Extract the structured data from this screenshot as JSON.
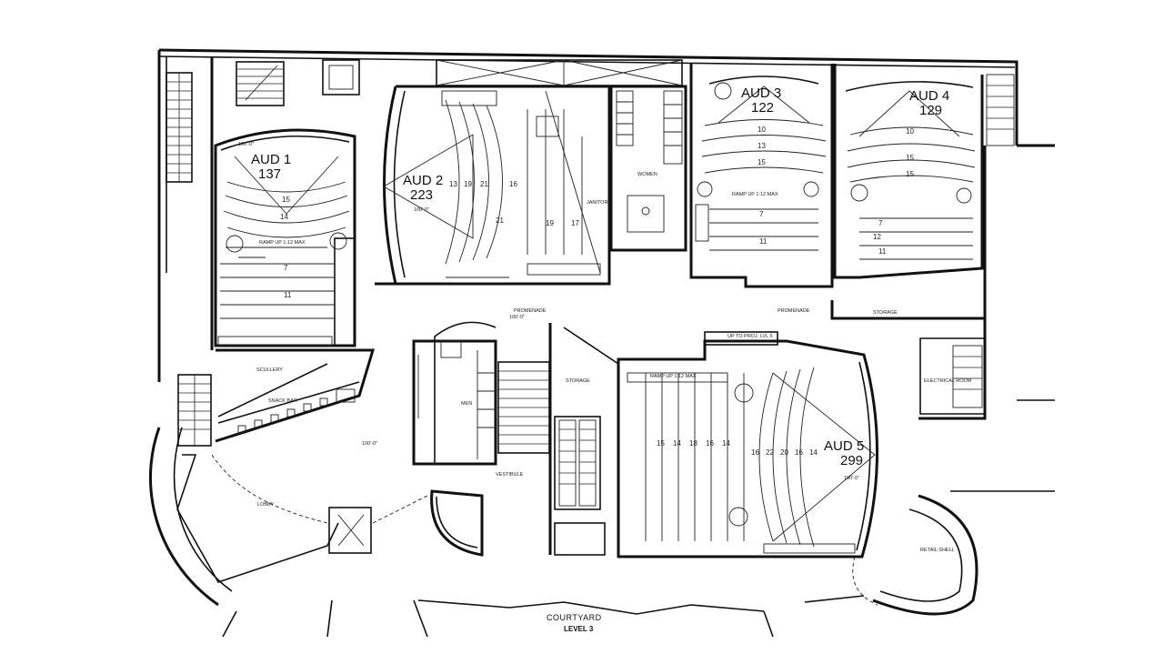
{
  "auditoriums": [
    {
      "name": "AUD 1",
      "seats": "137"
    },
    {
      "name": "AUD 2",
      "seats": "223"
    },
    {
      "name": "AUD 3",
      "seats": "122"
    },
    {
      "name": "AUD 4",
      "seats": "129"
    },
    {
      "name": "AUD 5",
      "seats": "299"
    }
  ],
  "site": {
    "courtyard": "COURTYARD",
    "level": "LEVEL 3"
  },
  "rooms": {
    "promenade_left": "PROMENADE",
    "promenade_right": "PROMENADE",
    "scullery": "SCULLERY",
    "snack_bar": "SNACK BAR",
    "lobby": "LOBBY",
    "men": "MEN",
    "women": "WOMEN",
    "vestibule": "VESTIBULE",
    "storage": "STORAGE",
    "storage_right": "STORAGE",
    "electrical_room": "ELECTRICAL ROOM",
    "retail_shell": "RETAIL SHELL",
    "janitor": "JANITOR",
    "to_projection": "UP TO PROJ. LVL 5"
  },
  "ramp_notes": {
    "ramp_up": "RAMP UP 1:12 MAX"
  },
  "elevations": {
    "e1": "100'-0\"",
    "e2": "100'-0\"",
    "e3": "100'-0\"",
    "e4": "100'-0\"",
    "e5": "100'-0\""
  },
  "row_labels": {
    "aud1": [
      "15",
      "14",
      "7",
      "11"
    ],
    "aud2": [
      "13",
      "19",
      "21",
      "21",
      "16",
      "19",
      "17"
    ],
    "aud3": [
      "10",
      "13",
      "15",
      "7",
      "11"
    ],
    "aud4": [
      "10",
      "15",
      "15",
      "7",
      "12",
      "11"
    ],
    "aud5": [
      "15",
      "14",
      "18",
      "16",
      "14",
      "16",
      "22",
      "20",
      "16",
      "14"
    ]
  }
}
